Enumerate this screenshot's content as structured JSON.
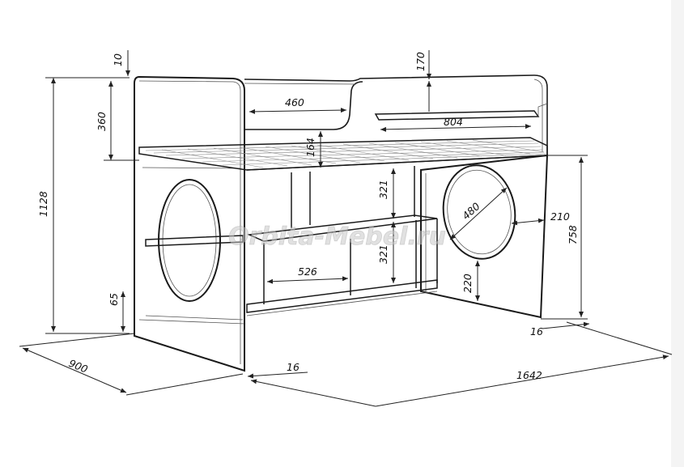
{
  "watermark": "Orbita-Mebel.ru",
  "dimensions": {
    "d_10": "10",
    "d_170": "170",
    "d_360": "360",
    "d_460": "460",
    "d_804": "804",
    "d_164": "164",
    "d_1128": "1128",
    "d_321a": "321",
    "d_321b": "321",
    "d_480": "480",
    "d_210": "210",
    "d_758": "758",
    "d_526": "526",
    "d_220": "220",
    "d_65": "65",
    "d_16a": "16",
    "d_16b": "16",
    "d_900": "900",
    "d_1642": "1642"
  }
}
